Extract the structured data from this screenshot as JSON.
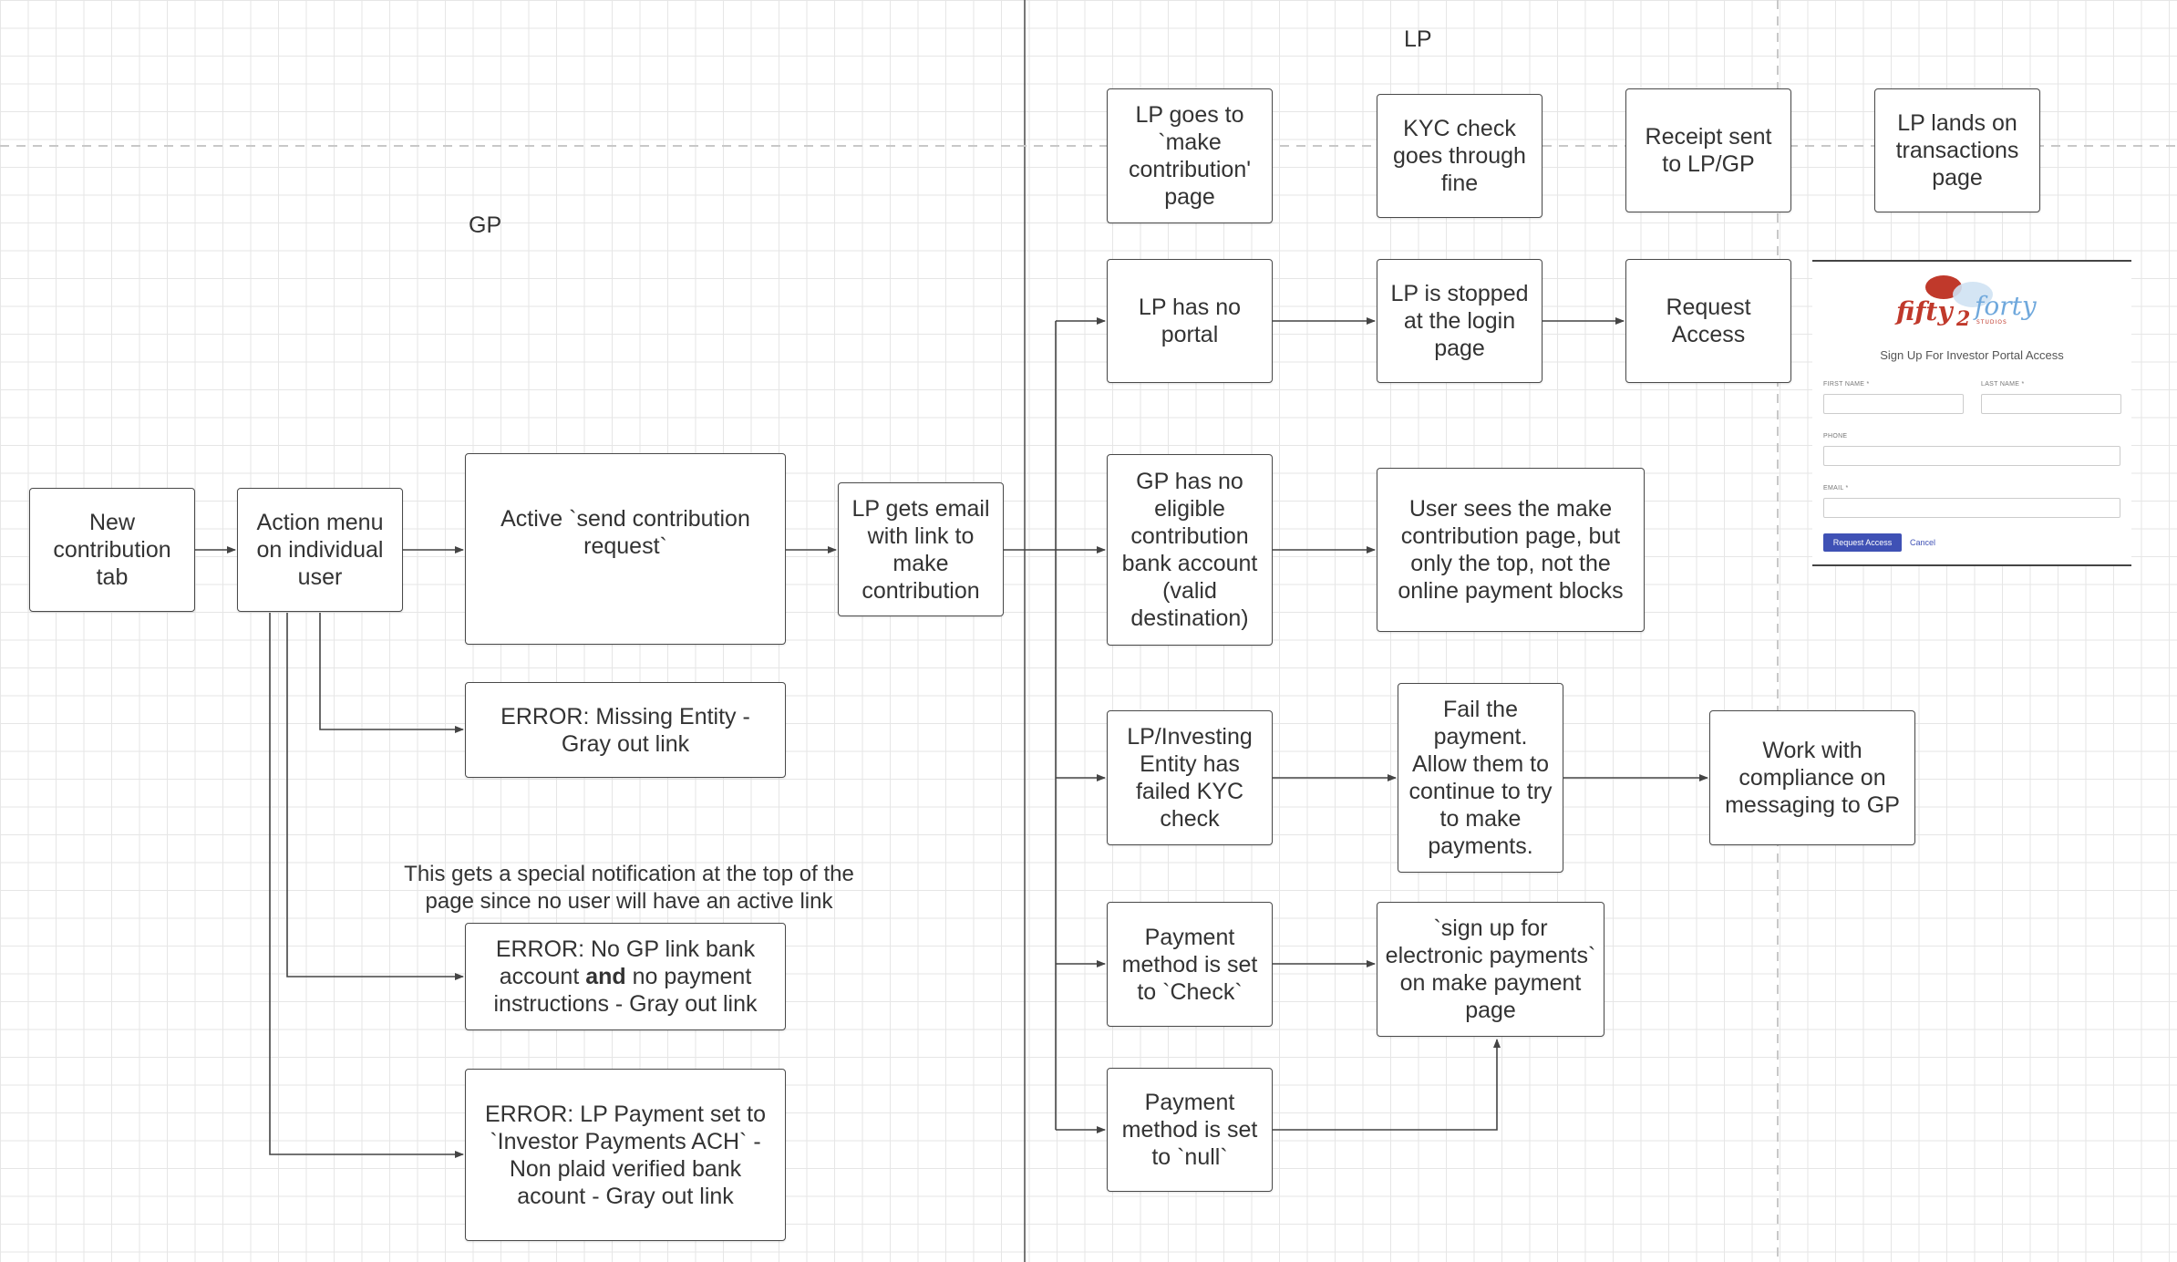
{
  "lanes": {
    "gp": "GP",
    "lp": "LP"
  },
  "nodes": {
    "new_contribution_tab": "New contribution tab",
    "action_menu": "Action menu on individual user",
    "active_send_request": "Active `send contribution request`",
    "error_missing_entity": "ERROR: Missing Entity - Gray out link",
    "error_no_gp_link_pre": "ERROR: No GP link bank account ",
    "error_no_gp_link_bold": "and",
    "error_no_gp_link_post": " no payment instructions - Gray out link",
    "error_lp_payment_ach": "ERROR: LP Payment set to `Investor Payments ACH` - Non plaid verified bank acount - Gray out link",
    "lp_gets_email": "LP gets email with link to make contribution",
    "lp_goes_to_page": "LP goes to `make contribution' page",
    "kyc_check_fine": "KYC check goes through fine",
    "receipt_sent": "Receipt sent to LP/GP",
    "lp_lands_transactions": "LP lands on transactions page",
    "lp_no_portal": "LP has no portal",
    "lp_stopped_login": "LP is stopped at the login page",
    "request_access": "Request Access",
    "gp_no_eligible_account": "GP has no eligible contribution bank account (valid destination)",
    "user_sees_top": "User sees the make contribution page, but only the top, not the online payment blocks",
    "lp_failed_kyc": "LP/Investing Entity has failed KYC check",
    "fail_payment": "Fail the payment. Allow them to continue to try to make payments.",
    "work_with_compliance": "Work with compliance on messaging to GP",
    "payment_check": "Payment method is set to `Check`",
    "payment_null": "Payment method is set to `null`",
    "sign_up_electronic": "`sign up for electronic payments` on make payment page"
  },
  "notes": {
    "special_notification": "This gets a special notification at the top of the page since no user will have an active link"
  },
  "signup_screenshot": {
    "logo_word_1": "fifty",
    "logo_number": "2",
    "logo_word_2": "forty",
    "logo_sub": "STUDIOS",
    "heading": "Sign Up For Investor Portal Access",
    "first_name_label": "FIRST NAME *",
    "last_name_label": "LAST NAME *",
    "phone_label": "PHONE",
    "email_label": "EMAIL *",
    "request_button": "Request Access",
    "cancel_link": "Cancel",
    "accent_color": "#3f51b5",
    "logo_red": "#c0392b",
    "logo_blue": "#6fa8dc"
  }
}
